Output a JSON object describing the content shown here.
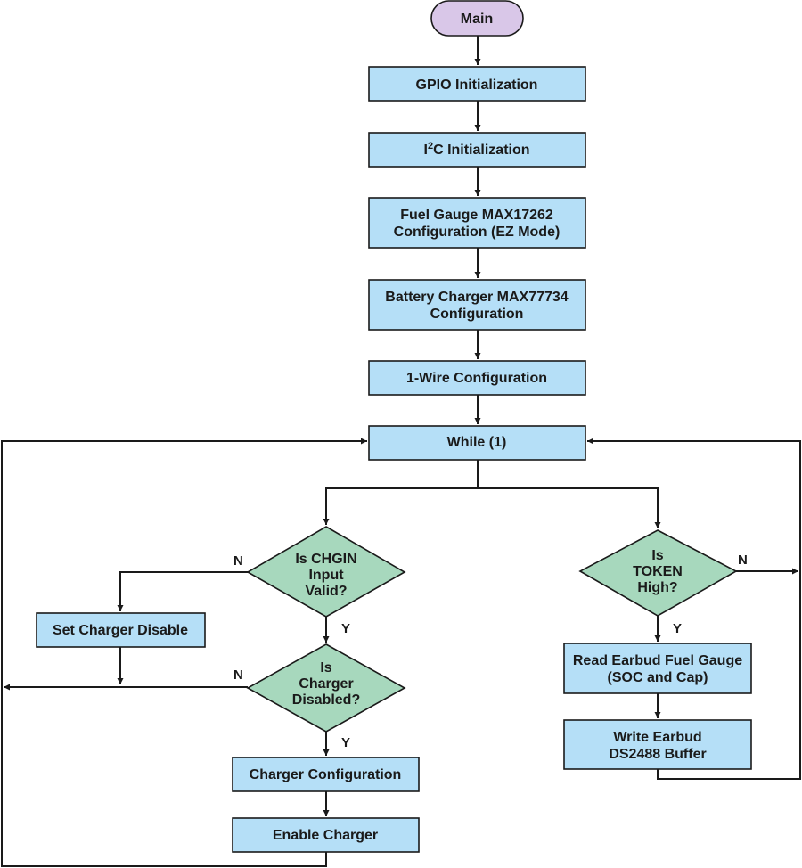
{
  "nodes": {
    "main": "Main",
    "gpio_init": "GPIO Initialization",
    "i2c_init": {
      "prefix": "I",
      "sup": "2",
      "suffix": "C Initialization"
    },
    "fuel_gauge_config": [
      "Fuel Gauge MAX17262",
      "Configuration (EZ Mode)"
    ],
    "battery_charger_config": [
      "Battery Charger MAX77734",
      "Configuration"
    ],
    "one_wire_config": "1-Wire Configuration",
    "while_loop": "While (1)",
    "chgin_decision": [
      "Is CHGIN",
      "Input",
      "Valid?"
    ],
    "set_charger_disable": "Set Charger Disable",
    "charger_disabled_decision": [
      "Is",
      "Charger",
      "Disabled?"
    ],
    "charger_configuration": "Charger Configuration",
    "enable_charger": "Enable Charger",
    "token_decision": [
      "Is",
      "TOKEN",
      "High?"
    ],
    "read_fuel_gauge": [
      "Read Earbud Fuel Gauge",
      "(SOC and Cap)"
    ],
    "write_buffer": [
      "Write Earbud",
      "DS2488 Buffer"
    ]
  },
  "branch_labels": {
    "chgin_no": "N",
    "chgin_yes": "Y",
    "disabled_no": "N",
    "disabled_yes": "Y",
    "token_no": "N",
    "token_yes": "Y"
  }
}
